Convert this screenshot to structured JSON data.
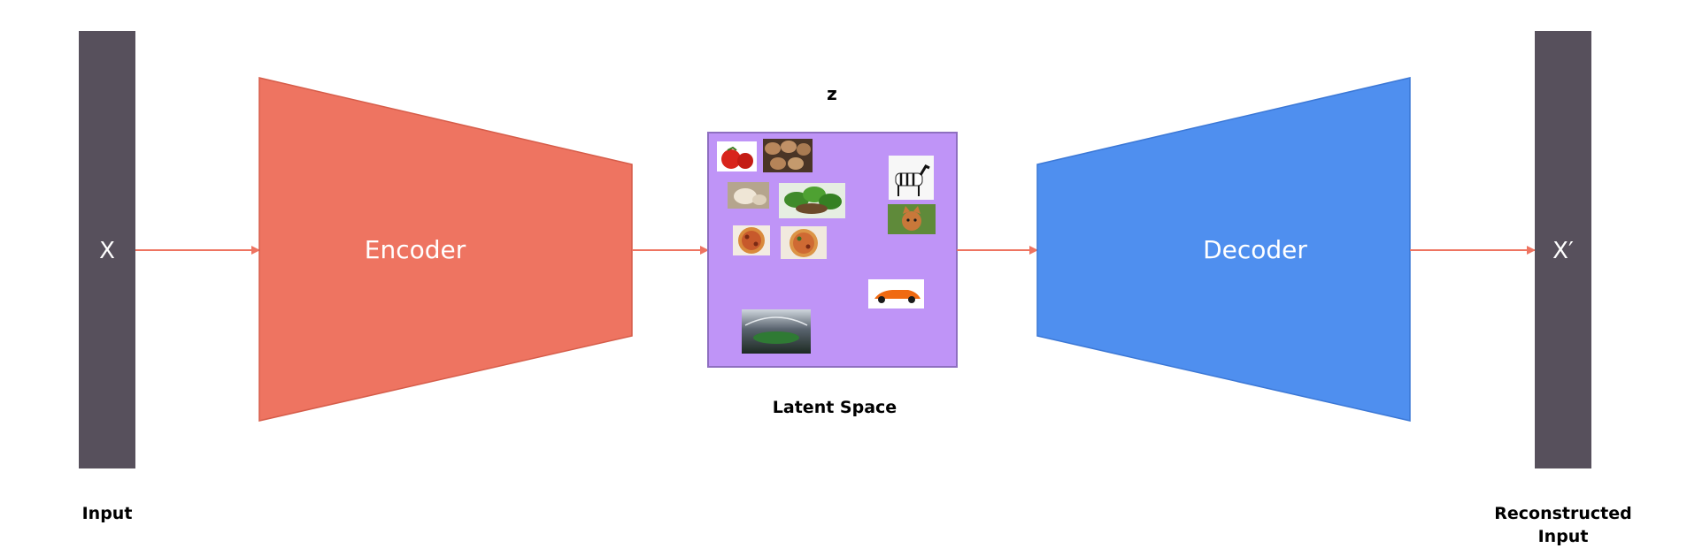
{
  "colors": {
    "bar": "#57505c",
    "encoder": "#ee7461",
    "decoder": "#4f8fef",
    "latent": "#bf94f7",
    "latent_border": "#8e6fc0",
    "arrow": "#ee7461"
  },
  "input": {
    "symbol": "X",
    "caption": "Input"
  },
  "encoder": {
    "label": "Encoder"
  },
  "latent": {
    "symbol": "z",
    "caption": "Latent Space",
    "thumbnails": [
      {
        "icon": "tomato-thumbnail"
      },
      {
        "icon": "potatoes-thumbnail"
      },
      {
        "icon": "garlic-thumbnail"
      },
      {
        "icon": "basil-thumbnail"
      },
      {
        "icon": "pizza-thumbnail"
      },
      {
        "icon": "pizza-thumbnail"
      },
      {
        "icon": "zebra-thumbnail"
      },
      {
        "icon": "cat-thumbnail"
      },
      {
        "icon": "sports-car-thumbnail"
      },
      {
        "icon": "stadium-thumbnail"
      }
    ]
  },
  "decoder": {
    "label": "Decoder"
  },
  "output": {
    "symbol": "X′",
    "caption_line1": "Reconstructed",
    "caption_line2": "Input"
  }
}
